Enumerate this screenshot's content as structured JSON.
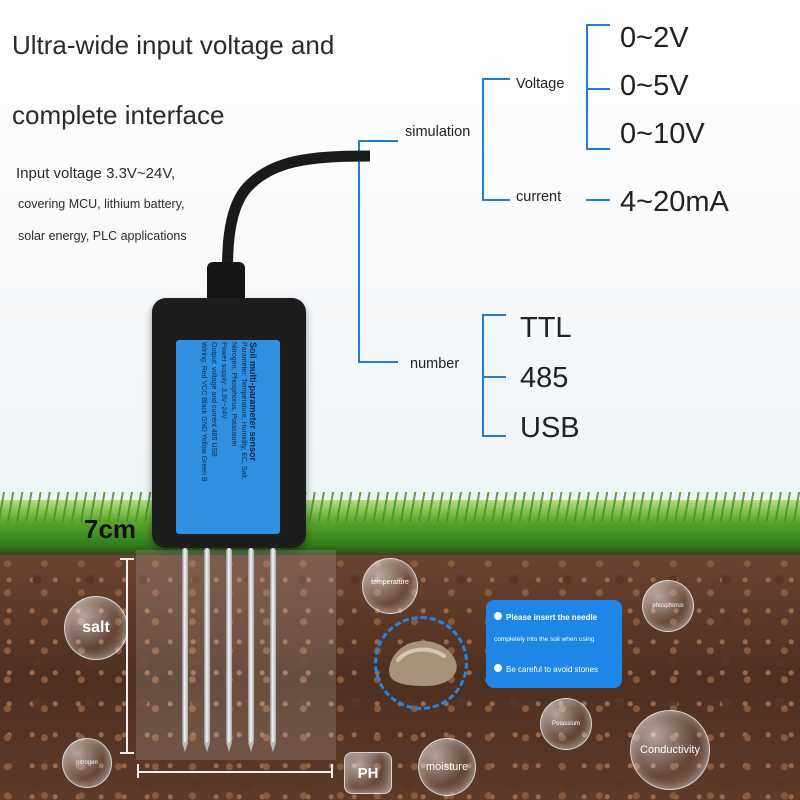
{
  "headline": {
    "line1": "Ultra-wide input voltage and",
    "line2": "complete interface"
  },
  "specs": {
    "line1": "Input voltage 3.3V~24V,",
    "line2": "covering MCU, lithium battery,",
    "line3": "solar energy, PLC applications"
  },
  "tree": {
    "simulation": "simulation",
    "voltage": "Voltage",
    "current": "current",
    "number": "number",
    "voltage_options": [
      "0~2V",
      "0~5V",
      "0~10V"
    ],
    "current_option": "4~20mA",
    "number_options": [
      "TTL",
      "485",
      "USB"
    ]
  },
  "sensor_label": {
    "line1": "Soil multi-parameter sensor",
    "line2": "Parameter: Temperature, Humidity, EC, Salt,",
    "line3": "Nitrogen, Phosphorus, Potassium",
    "line4": "Power supply: 3.3V~24V",
    "line5": "Output: voltage and current  485  USB",
    "line6": "Wiring: Red VCC  Black GND  Yellow  Green B"
  },
  "dimension": "7cm",
  "bubbles": {
    "salt": "salt",
    "temperature": "temperature",
    "phosphorus": "phosphorus",
    "potassium": "Potassium",
    "conductivity": "Conductivity",
    "nitrogen": "nitrogen",
    "moisture": "moisture",
    "ph": "PH"
  },
  "notice": {
    "line1": "Please insert the needle",
    "line2": "completely into the soil when using",
    "line3": "Be careful to avoid stones"
  },
  "colors": {
    "accent_blue": "#1e7fd0",
    "label_blue": "#2f8fe0",
    "grass": "#3c8a22",
    "soil": "#5a3726"
  }
}
